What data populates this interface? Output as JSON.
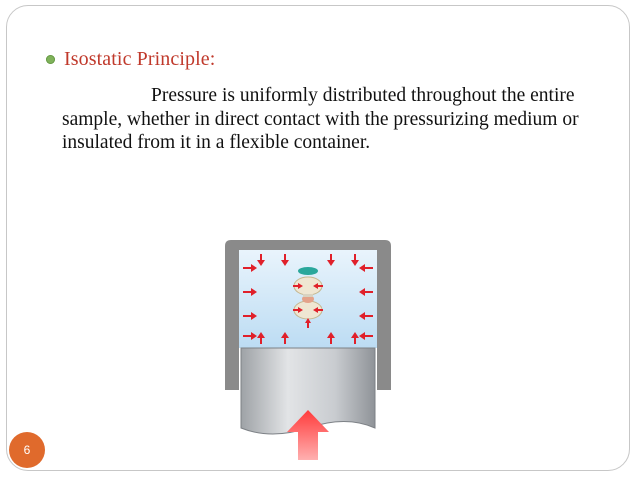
{
  "slide": {
    "heading": "Isostatic Principle:",
    "body": "Pressure is uniformly distributed throughout the entire sample, whether in direct contact with the pressurizing medium or insulated from it in a flexible container.",
    "page_number": "6"
  },
  "figure": {
    "icon": "isostatic-press-diagram",
    "colors": {
      "vessel": "#8a8a8a",
      "medium": "#cfe6f7",
      "arrows": "#e0202a",
      "piston": "#b9bcc0"
    }
  },
  "colors": {
    "heading": "#c0392b",
    "bullet": "#7fb25a",
    "badge": "#e06a2c"
  }
}
